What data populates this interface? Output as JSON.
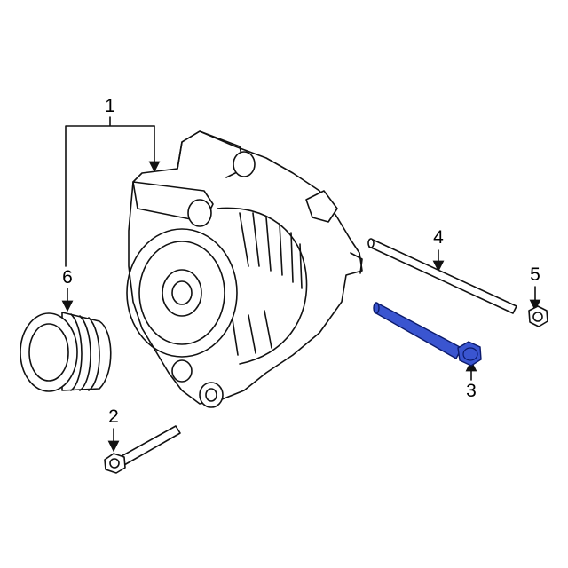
{
  "diagram": {
    "callouts": [
      {
        "id": "1",
        "label": "1"
      },
      {
        "id": "2",
        "label": "2"
      },
      {
        "id": "3",
        "label": "3"
      },
      {
        "id": "4",
        "label": "4"
      },
      {
        "id": "5",
        "label": "5"
      },
      {
        "id": "6",
        "label": "6"
      }
    ],
    "highlight_color": "#3a55d0",
    "highlighted_part": "3"
  }
}
